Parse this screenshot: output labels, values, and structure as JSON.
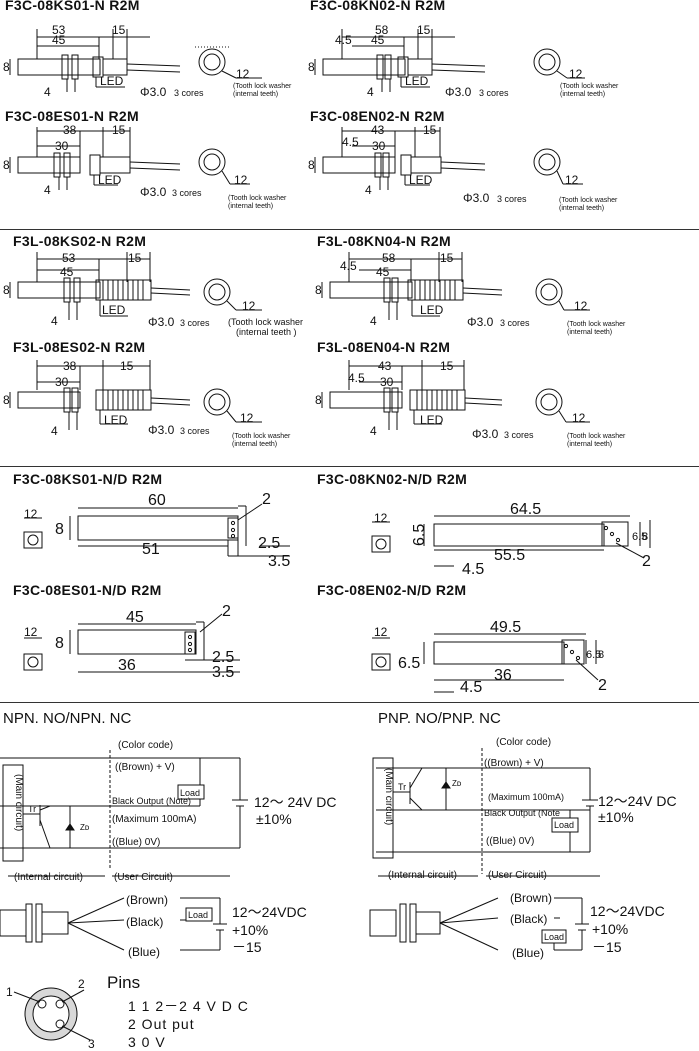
{
  "section1": {
    "models": [
      {
        "title": "F3C-08KS01-N R2M",
        "dims": [
          "53",
          "45",
          "15",
          "8",
          "4"
        ],
        "led": "LED",
        "cable": "Φ3.0",
        "cores": "3 cores",
        "washer_size": "12",
        "washer_note1": "(Tooth lock washer",
        "washer_note2": "(internal teeth)"
      },
      {
        "title": "F3C-08KN02-N R2M",
        "dims": [
          "58",
          "4.5",
          "45",
          "15",
          "8",
          "4"
        ],
        "led": "LED",
        "cable": "Φ3.0",
        "cores": "3 cores",
        "washer_size": "12",
        "washer_note1": "(Tooth lock washer",
        "washer_note2": "(internal teeth)"
      },
      {
        "title": "F3C-08ES01-N R2M",
        "dims": [
          "38",
          "30",
          "15",
          "8",
          "4"
        ],
        "led": "LED",
        "cable": "Φ3.0",
        "cores": "3 cores",
        "washer_size": "12",
        "washer_note1": "(Tooth lock washer",
        "washer_note2": "(internal teeth)"
      },
      {
        "title": "F3C-08EN02-N R2M",
        "dims": [
          "43",
          "4.5",
          "30",
          "15",
          "8",
          "4"
        ],
        "led": "LED",
        "cable": "Φ3.0",
        "cores": "3 cores",
        "washer_size": "12",
        "washer_note1": "(Tooth lock washer",
        "washer_note2": "(internal teeth)"
      }
    ]
  },
  "section2": {
    "models": [
      {
        "title": "F3L-08KS02-N R2M",
        "dims": [
          "53",
          "45",
          "15",
          "8",
          "4"
        ],
        "led": "LED",
        "cable": "Φ3.0",
        "cores": "3 cores",
        "washer_size": "12",
        "washer_note1": "(Tooth lock washer",
        "washer_note2": "(internal teeth )"
      },
      {
        "title": "F3L-08KN04-N R2M",
        "dims": [
          "58",
          "4.5",
          "45",
          "15",
          "8",
          "4"
        ],
        "led": "LED",
        "cable": "Φ3.0",
        "cores": "3 cores",
        "washer_size": "12",
        "washer_note1": "(Tooth lock washer",
        "washer_note2": "(internal teeth)"
      },
      {
        "title": "F3L-08ES02-N R2M",
        "dims": [
          "38",
          "30",
          "15",
          "8",
          "4"
        ],
        "led": "LED",
        "cable": "Φ3.0",
        "cores": "3 cores",
        "washer_size": "12",
        "washer_note1": "(Tooth lock washer",
        "washer_note2": "(internal teeth)"
      },
      {
        "title": "F3L-08EN04-N R2M",
        "dims": [
          "43",
          "4.5",
          "30",
          "15",
          "8",
          "4"
        ],
        "led": "LED",
        "cable": "Φ3.0",
        "cores": "3 cores",
        "washer_size": "12",
        "washer_note1": "(Tooth lock washer",
        "washer_note2": "(internal teeth)"
      }
    ]
  },
  "section3": {
    "models": [
      {
        "title": "F3C-08KS01-N/D R2M",
        "face": "12",
        "height": "8",
        "length": "60",
        "body": "51",
        "cap": "2",
        "a": "2.5",
        "b": "3.5"
      },
      {
        "title": "F3C-08KN02-N/D R2M",
        "face": "12",
        "height": "6.5",
        "length": "64.5",
        "body": "55.5",
        "offset": "4.5",
        "cap": "2",
        "c1": "6.5",
        "c2": "8"
      },
      {
        "title": "F3C-08ES01-N/D R2M",
        "face": "12",
        "height": "8",
        "length": "45",
        "body": "36",
        "cap": "2",
        "a": "2.5",
        "b": "3.5"
      },
      {
        "title": "F3C-08EN02-N/D R2M",
        "face": "12",
        "height": "6.5",
        "length": "49.5",
        "body": "36",
        "offset": "4.5",
        "cap": "2",
        "c1": "6.5",
        "c2": "8"
      }
    ]
  },
  "wiring": {
    "npn": {
      "title": "NPN. NO/NPN. NC",
      "color_code": "(Color code)",
      "brown": "((Brown) + V)",
      "load": "Load",
      "black": "Black  Output (Note)",
      "max": "(Maximum 100mA)",
      "blue": "((Blue) 0V)",
      "supply": "12～ 24V DC",
      "tol": "±10%",
      "main": "(Main circuit)",
      "tr": "Tr",
      "zd": "Zᴅ",
      "internal": "(Internal circuit)",
      "user": "(User Circuit)",
      "w_brown": "(Brown)",
      "w_black": "(Black)",
      "w_blue": "(Blue)",
      "w_load": "Load",
      "w_supply": "12～24VDC",
      "w_tol": "+10%",
      "w_tol2": "－15"
    },
    "pnp": {
      "title": "PNP. NO/PNP. NC",
      "color_code": "(Color code)",
      "brown": "((Brown) + V)",
      "max": "(Maximum 100mA)",
      "black": "Black  Output (Note",
      "load": "Load",
      "blue": "((Blue) 0V)",
      "supply": "12～24V DC",
      "tol": "±10%",
      "main": "(Main circuit)",
      "tr": "Tr",
      "zd": "Zᴅ",
      "internal": "(Internal circuit)",
      "user": "(User Circuit)",
      "w_brown": "(Brown)",
      "w_black": "(Black)",
      "w_blue": "(Blue)",
      "w_load": "Load",
      "w_supply": "12～24VDC",
      "w_tol": "+10%",
      "w_tol2": "－15"
    }
  },
  "pins": {
    "title": "Pins",
    "lines": [
      "1 1 2－2 4 V D C",
      "2 Out put",
      "3 0 V"
    ],
    "n1": "1",
    "n2": "2",
    "n3": "3"
  }
}
